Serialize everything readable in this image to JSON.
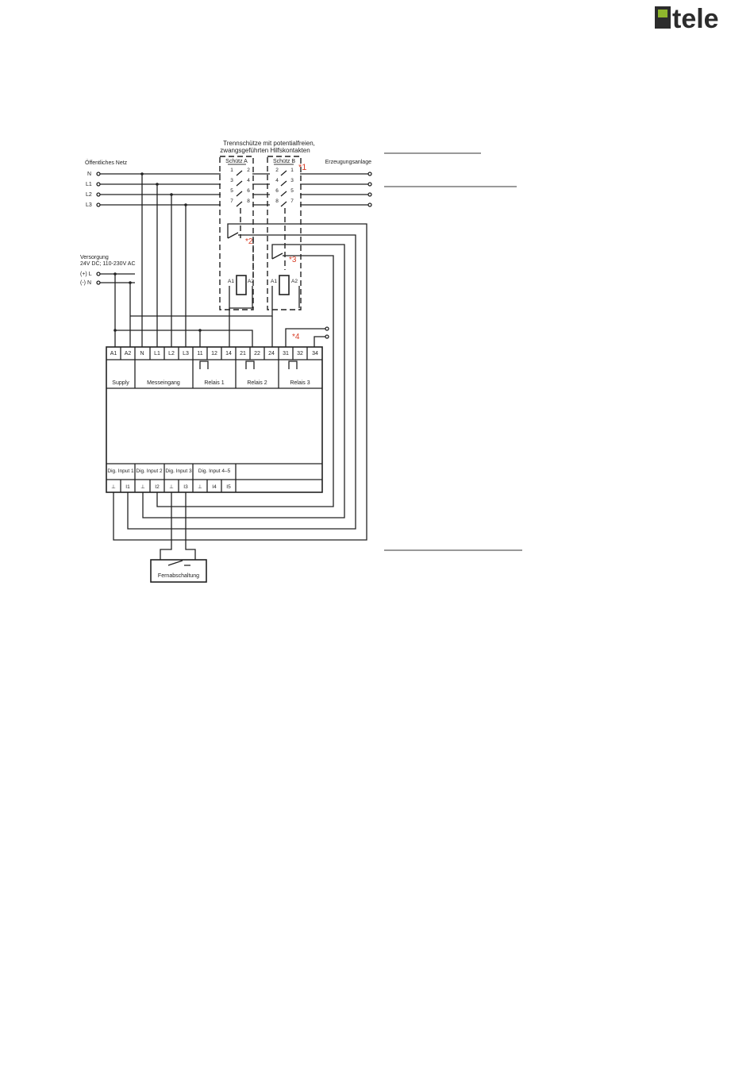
{
  "brand": {
    "logo_text": "tele"
  },
  "diagram": {
    "contactor_header_line1": "Trennschütze mit potentialfreien,",
    "contactor_header_line2": "zwangsgeführten Hilfskontakten",
    "contactor_a": "Schütz A",
    "contactor_b": "Schütz B",
    "grid_label": "Öffentliches Netz",
    "generation_label": "Erzeugungsanlage",
    "lines": [
      "N",
      "L1",
      "L2",
      "L3"
    ],
    "supply_label_line1": "Versorgung",
    "supply_label_line2": "24V DC; 110-230V AC",
    "supply_plus": "(+) L",
    "supply_minus": "(-) N",
    "contact_numbers_a": [
      "1",
      "2",
      "3",
      "4",
      "5",
      "6",
      "7",
      "8"
    ],
    "contact_numbers_b": [
      "2",
      "1",
      "4",
      "3",
      "6",
      "5",
      "8",
      "7"
    ],
    "coil_terminals": [
      "A1",
      "A2"
    ],
    "top_terminals": [
      "A1",
      "A2",
      "N",
      "L1",
      "L2",
      "L3",
      "11",
      "12",
      "14",
      "21",
      "22",
      "24",
      "31",
      "32",
      "34"
    ],
    "group_labels": [
      "Supply",
      "Messeingang",
      "Relais 1",
      "Relais 2",
      "Relais 3"
    ],
    "digital_inputs": [
      "Dig. Input 1",
      "Dig. Input 2",
      "Dig. Input 3",
      "Dig. Input 4–5"
    ],
    "bottom_terminals": [
      "⊥",
      "I1",
      "⊥",
      "I2",
      "⊥",
      "I3",
      "⊥",
      "I4",
      "I5"
    ],
    "remote_switch": "Fernabschaltung",
    "notes": [
      "*1",
      "*2",
      "*3",
      "*4"
    ]
  }
}
